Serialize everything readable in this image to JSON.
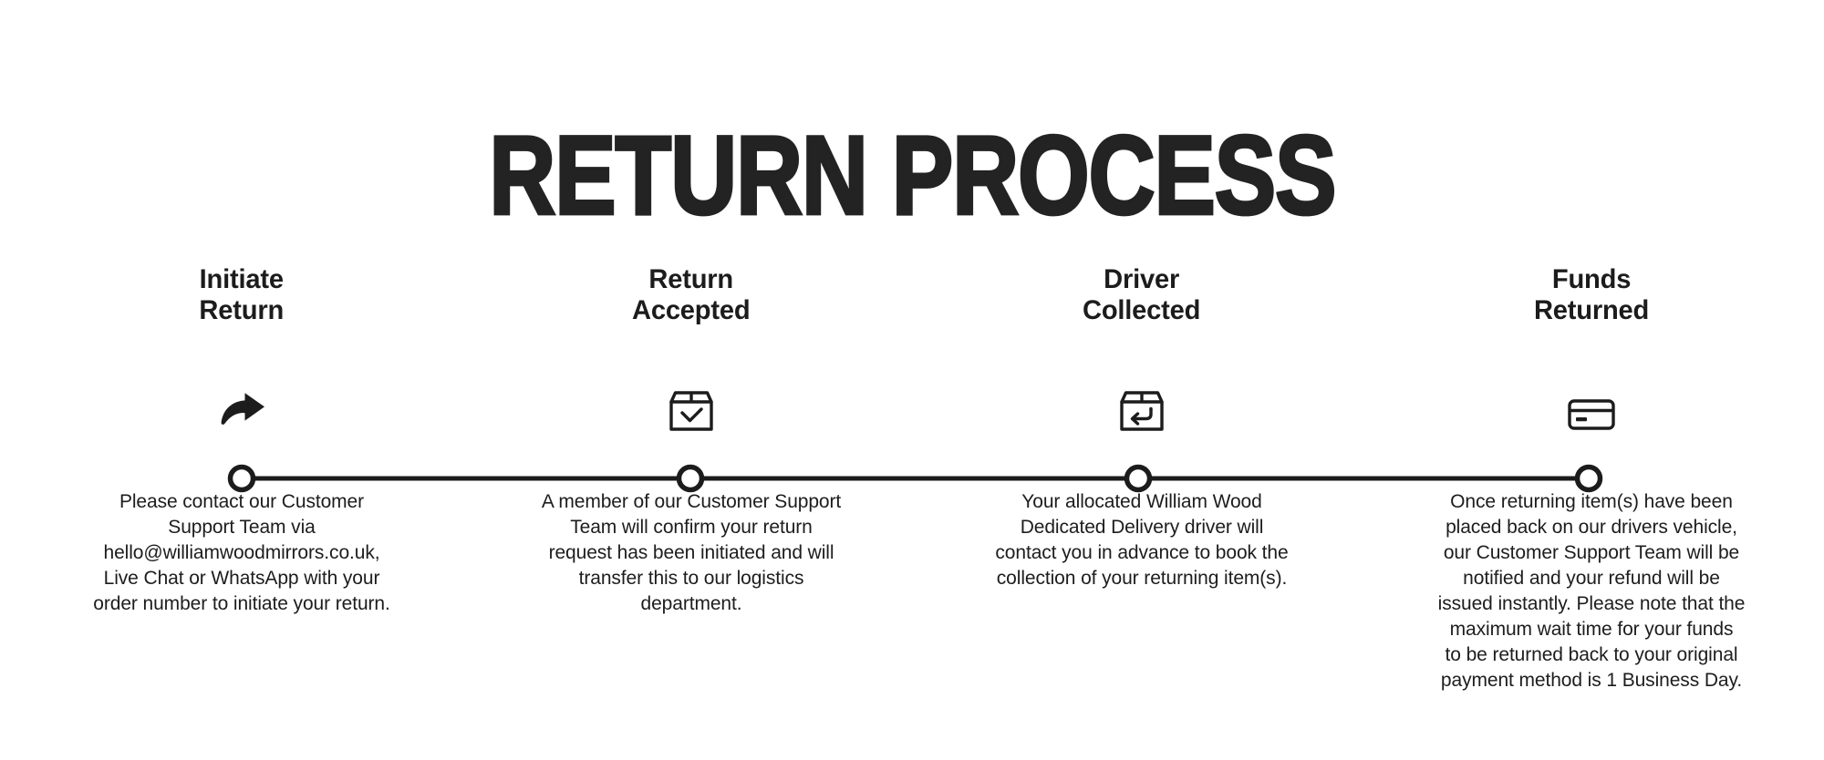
{
  "page": {
    "title": "RETURN PROCESS",
    "background_color": "#ffffff",
    "ink_color": "#1f1f1f",
    "title_color": "#232323"
  },
  "timeline": {
    "line_color": "#1c1c1c",
    "node_fill": "#ffffff",
    "node_stroke": "#1c1c1c",
    "node_count": 4
  },
  "steps": [
    {
      "index": "1",
      "heading": "Initiate\nReturn",
      "icon": "share-arrow-icon",
      "body": "Please contact our Customer\nSupport Team via\nhello@williamwoodmirrors.co.uk,\nLive Chat or WhatsApp with your\norder number to initiate your return."
    },
    {
      "index": "2",
      "heading": "Return\nAccepted",
      "icon": "box-check-icon",
      "body": "A member of our Customer Support\nTeam will confirm your return\nrequest has been initiated and will\ntransfer this to our logistics\ndepartment."
    },
    {
      "index": "3",
      "heading": "Driver\nCollected",
      "icon": "box-return-arrow-icon",
      "body": "Your allocated William Wood\nDedicated Delivery driver will\ncontact you in advance to book the\ncollection of your returning item(s)."
    },
    {
      "index": "4",
      "heading": "Funds\nReturned",
      "icon": "credit-card-icon",
      "body": "Once returning item(s) have been\nplaced back on our drivers vehicle,\nour Customer Support Team will be\nnotified and your refund will be\nissued instantly. Please note that the\nmaximum wait time for your funds\nto be returned back to your original\npayment method is 1 Business Day."
    }
  ]
}
